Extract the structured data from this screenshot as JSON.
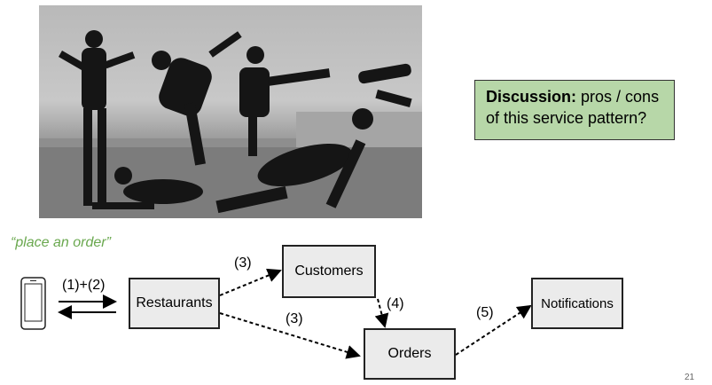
{
  "discussion": {
    "bold": "Discussion:",
    "line1_rest": " pros / cons",
    "line2": "of this service pattern?"
  },
  "quote": "“place an order”",
  "boxes": {
    "restaurants": "Restaurants",
    "customers": "Customers",
    "orders": "Orders",
    "notifications": "Notifications"
  },
  "labels": {
    "phone_arrows": "(1)+(2)",
    "to_customers": "(3)",
    "to_orders": "(3)",
    "customers_to_orders": "(4)",
    "orders_to_notifications": "(5)"
  },
  "page_number": "21",
  "icons": {
    "photo": "dancers-photo",
    "phone": "phone-icon"
  }
}
